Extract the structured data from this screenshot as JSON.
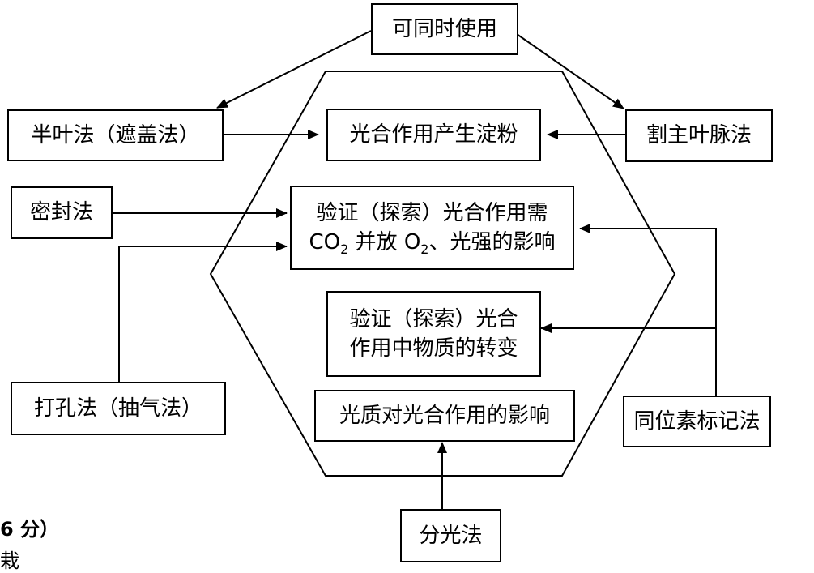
{
  "boxes": {
    "top": "可同时使用",
    "half_leaf": "半叶法（遮盖法）",
    "main_vein": "割主叶脉法",
    "sealing": "密封法",
    "punching": "打孔法（抽气法）",
    "isotope": "同位素标记法",
    "light_split": "分光法",
    "starch": "光合作用产生淀粉",
    "co2_line1": "验证（探索）光合作用需",
    "co2_line2_a": "CO",
    "co2_line2_b": "2",
    "co2_line2_c": " 并放 O",
    "co2_line2_d": "2",
    "co2_line2_e": "、光强的影响",
    "material_line1": "验证（探索）光合",
    "material_line2": "作用中物质的转变",
    "light_quality": "光质对光合作用的影响"
  },
  "footer": {
    "score": "6 分）",
    "partial_line": "栽"
  },
  "colors": {
    "stroke": "#000000",
    "background": "#ffffff"
  }
}
